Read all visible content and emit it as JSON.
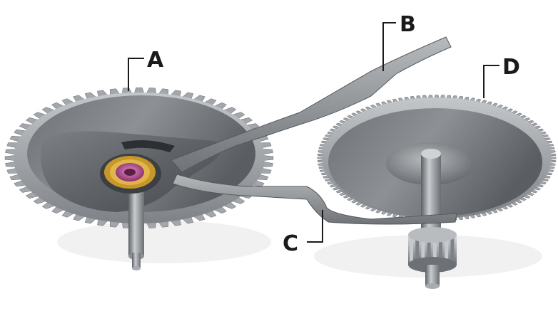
{
  "labels": {
    "a": "A",
    "b": "B",
    "c": "C",
    "d": "D"
  },
  "colors": {
    "background": "#ffffff",
    "metal_light": "#d8dadc",
    "metal_mid": "#9ea2a6",
    "metal_dark": "#5d6165",
    "jewel_pink": "#b44a8f",
    "jewel_gold": "#c8972a",
    "label_text": "#1a1a1a"
  }
}
